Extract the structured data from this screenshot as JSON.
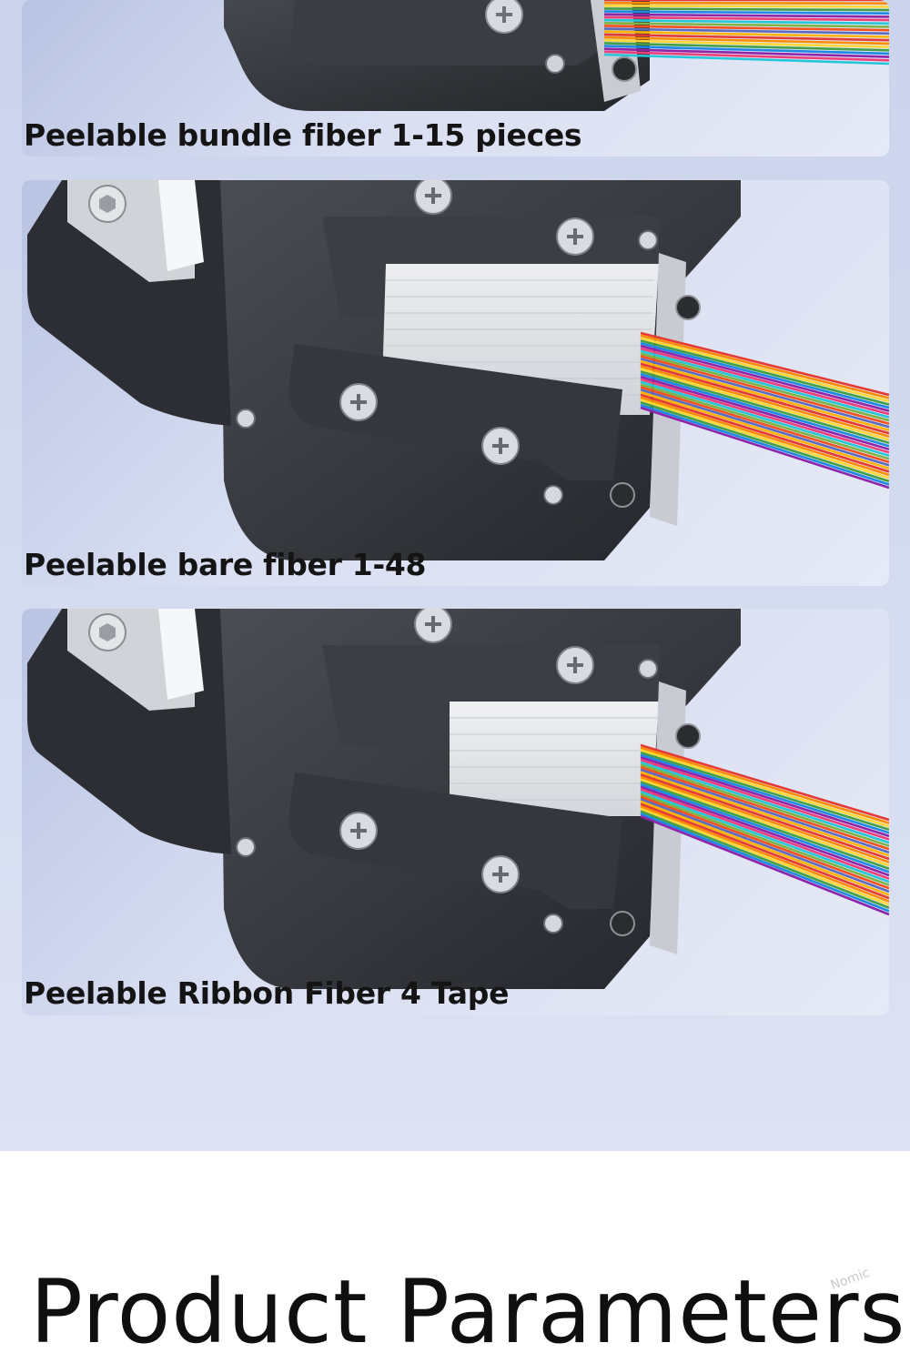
{
  "panels": [
    {
      "caption": "Peelable bundle fiber 1-15 pieces"
    },
    {
      "caption": "Peelable bare fiber 1-48"
    },
    {
      "caption": "Peelable Ribbon Fiber 4 Tape"
    }
  ],
  "heading": "Product Parameters",
  "watermark": "Nomic",
  "colors": {
    "background": "#d4dbf0",
    "tool_body": "#2f3237",
    "caption_text": "#141414",
    "fiber_palette": [
      "#e53935",
      "#fb8c00",
      "#fdd835",
      "#43a047",
      "#1e88e5",
      "#8e24aa",
      "#ec407a",
      "#26c6da",
      "#7cb342",
      "#f4511e",
      "#5c6bc0",
      "#ffb300"
    ]
  },
  "icons": [
    "phillips-screw-icon",
    "hex-bolt-icon",
    "stripper-tool-image",
    "colored-fiber-bundle-image"
  ]
}
